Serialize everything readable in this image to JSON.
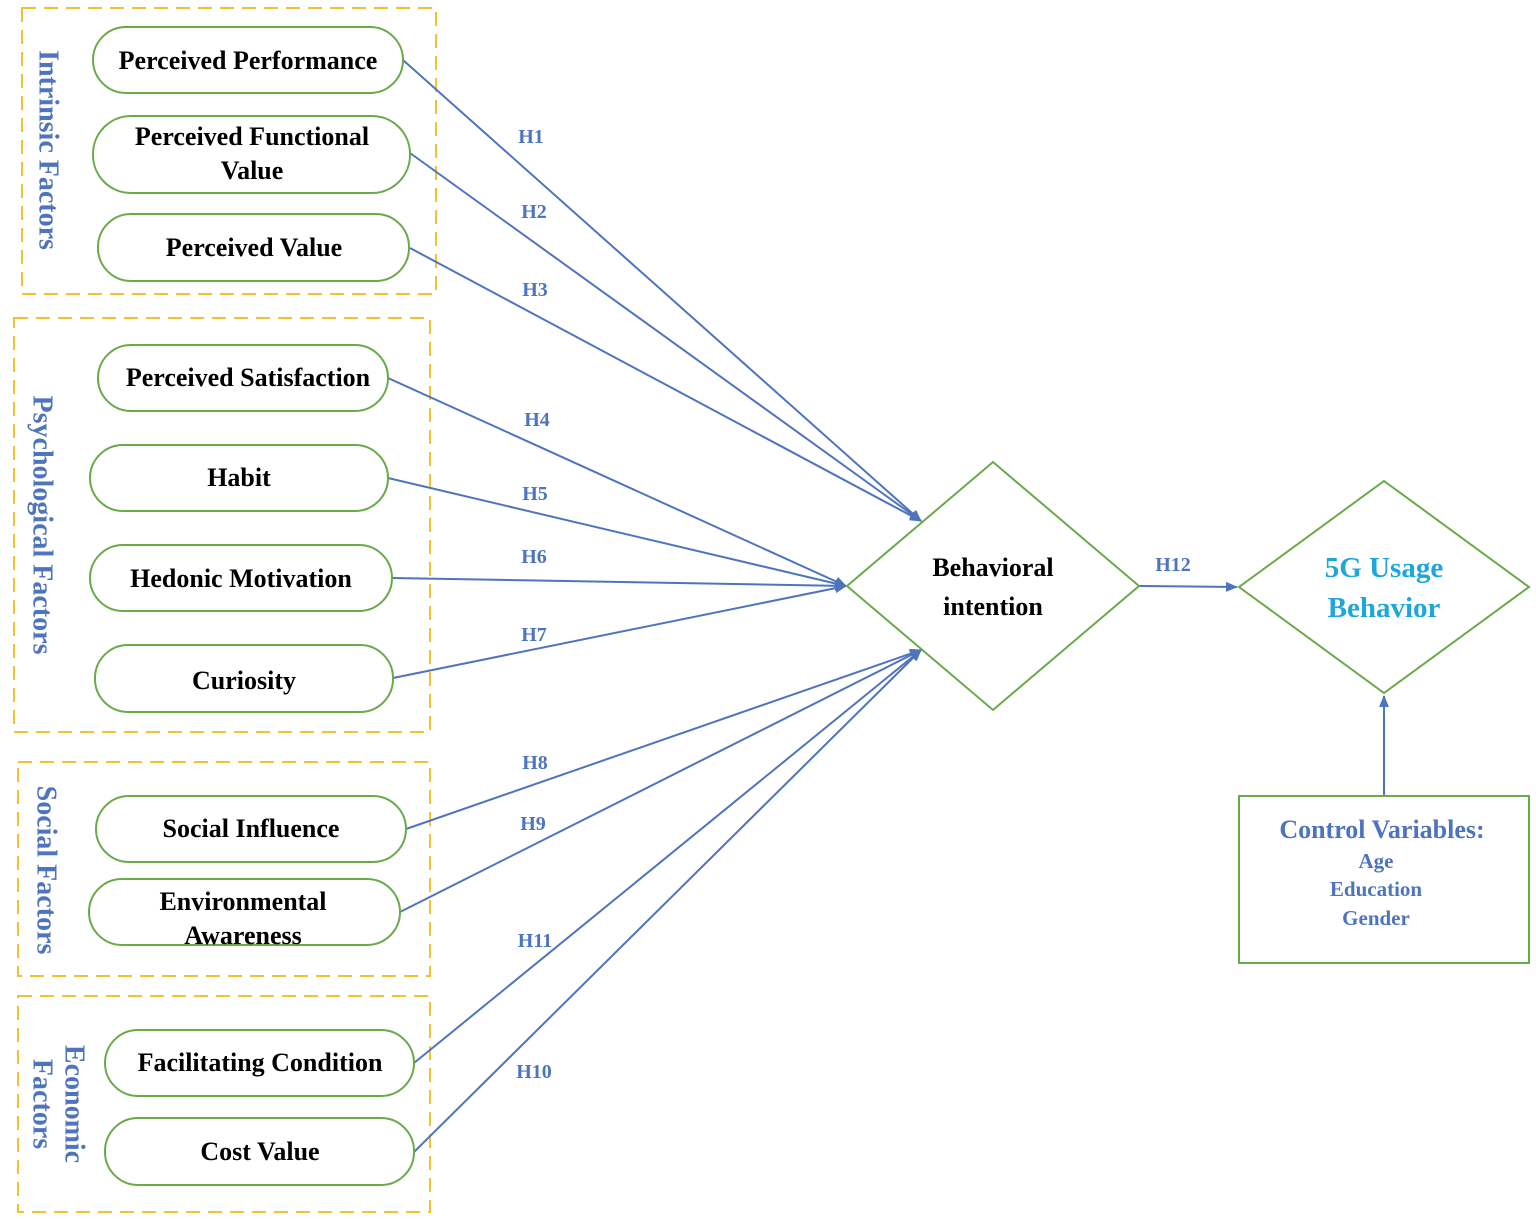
{
  "colors": {
    "group_border": "#f2c230",
    "node_border": "#6aaa4a",
    "arrow": "#4f74bf",
    "group_label": "#4f74bf",
    "hyp_label": "#4f74bf",
    "usage_text": "#1fa6db",
    "control_text": "#4f74bf",
    "node_text": "#000000"
  },
  "groups": {
    "intrinsic": "Intrinsic Factors",
    "psychological": "Psychological Factors",
    "social": "Social Factors",
    "economic_line1": "Economic",
    "economic_line2": "Factors"
  },
  "nodes": {
    "perceived_performance": "Perceived Performance",
    "perceived_functional_value_1": "Perceived Functional",
    "perceived_functional_value_2": "Value",
    "perceived_value": "Perceived Value",
    "perceived_satisfaction": "Perceived Satisfaction",
    "habit": "Habit",
    "hedonic_motivation": "Hedonic Motivation",
    "curiosity": "Curiosity",
    "social_influence": "Social Influence",
    "environmental_awareness_1": "Environmental",
    "environmental_awareness_2": "Awareness",
    "facilitating_condition": "Facilitating Condition",
    "cost_value": "Cost Value"
  },
  "behavioral_intention": {
    "line1": "Behavioral",
    "line2": "intention"
  },
  "usage_behavior": {
    "line1": "5G Usage",
    "line2": "Behavior"
  },
  "control_variables": {
    "title": "Control Variables:",
    "items": [
      "Age",
      "Education",
      "Gender"
    ]
  },
  "hypotheses": {
    "h1": "H1",
    "h2": "H2",
    "h3": "H3",
    "h4": "H4",
    "h5": "H5",
    "h6": "H6",
    "h7": "H7",
    "h8": "H8",
    "h9": "H9",
    "h10": "H10",
    "h11": "H11",
    "h12": "H12"
  }
}
